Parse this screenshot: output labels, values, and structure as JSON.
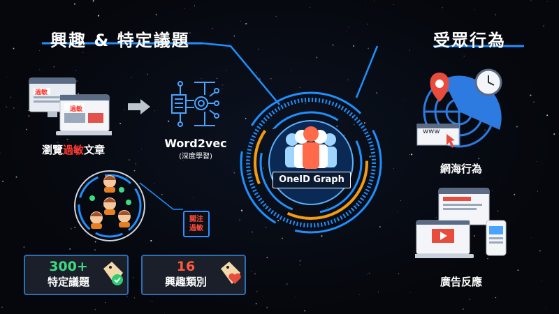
{
  "titles": {
    "interest": "興趣 & 特定議題",
    "audience": "受眾行為"
  },
  "browse": {
    "label_prefix": "瀏覽",
    "label_highlight": "過敏",
    "label_suffix": "文章",
    "screen_tag_back": "過敏",
    "screen_tag_front": "過敏"
  },
  "word2vec": {
    "label": "Word2vec",
    "sublabel": "(深度學習)"
  },
  "callout": {
    "line1": "關注",
    "line2": "過敏"
  },
  "cards": [
    {
      "number": "300+",
      "text": "特定議題",
      "badge": "check"
    },
    {
      "number": "16",
      "text": "興趣類別",
      "badge": "heart"
    }
  ],
  "center": {
    "label": "OneID Graph"
  },
  "audience": {
    "web_label": "網海行為",
    "ad_label": "廣告反應",
    "url_text": "www"
  },
  "colors": {
    "accent_blue": "#1e90ff",
    "ring_orange": "#f39c12",
    "highlight_red": "#ff3b30",
    "green": "#3ddc84"
  }
}
